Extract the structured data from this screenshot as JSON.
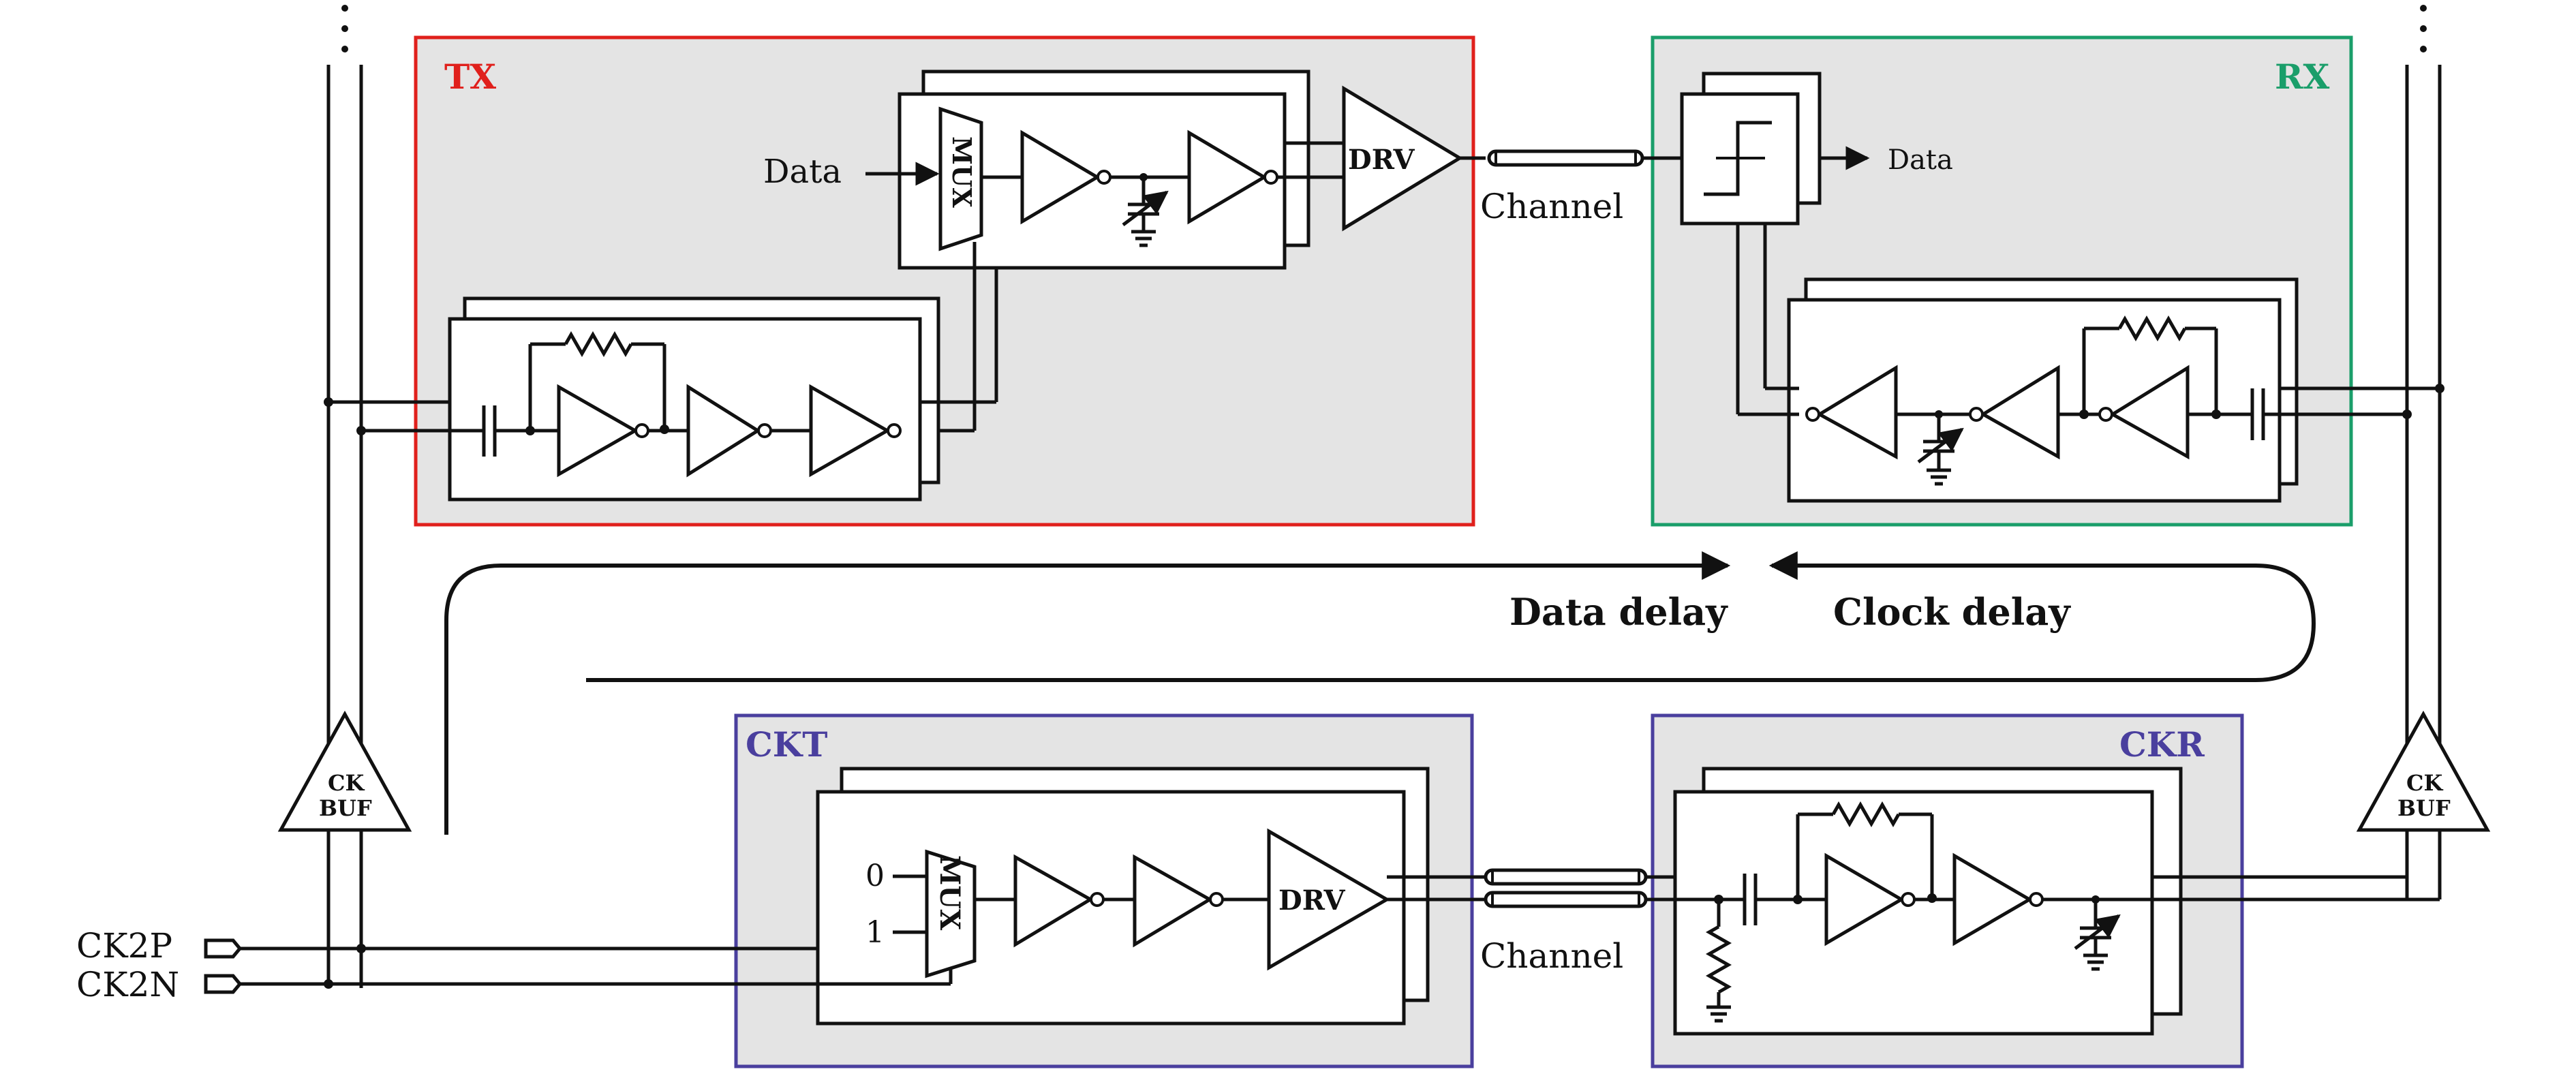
{
  "colors": {
    "tx": "#e0201c",
    "rx": "#1a9e6a",
    "ck": "#4a3f9e",
    "shade": "#e4e4e4",
    "wire": "#111111"
  },
  "blocks": {
    "tx_label": "TX",
    "rx_label": "RX",
    "ckt_label": "CKT",
    "ckr_label": "CKR"
  },
  "tx": {
    "data_in": "Data",
    "mux": "MUX",
    "drv": "DRV"
  },
  "rx": {
    "data_out": "Data"
  },
  "channel": {
    "top_label": "Channel",
    "bottom_label": "Channel"
  },
  "delay": {
    "data_delay": "Data delay",
    "clock_delay": "Clock delay"
  },
  "ckt": {
    "mux": "MUX",
    "input0": "0",
    "input1": "1",
    "drv": "DRV"
  },
  "ck_buffers": {
    "left_line1": "CK",
    "left_line2": "BUF",
    "right_line1": "CK",
    "right_line2": "BUF"
  },
  "ports": {
    "ck2p": "CK2P",
    "ck2n": "CK2N"
  }
}
